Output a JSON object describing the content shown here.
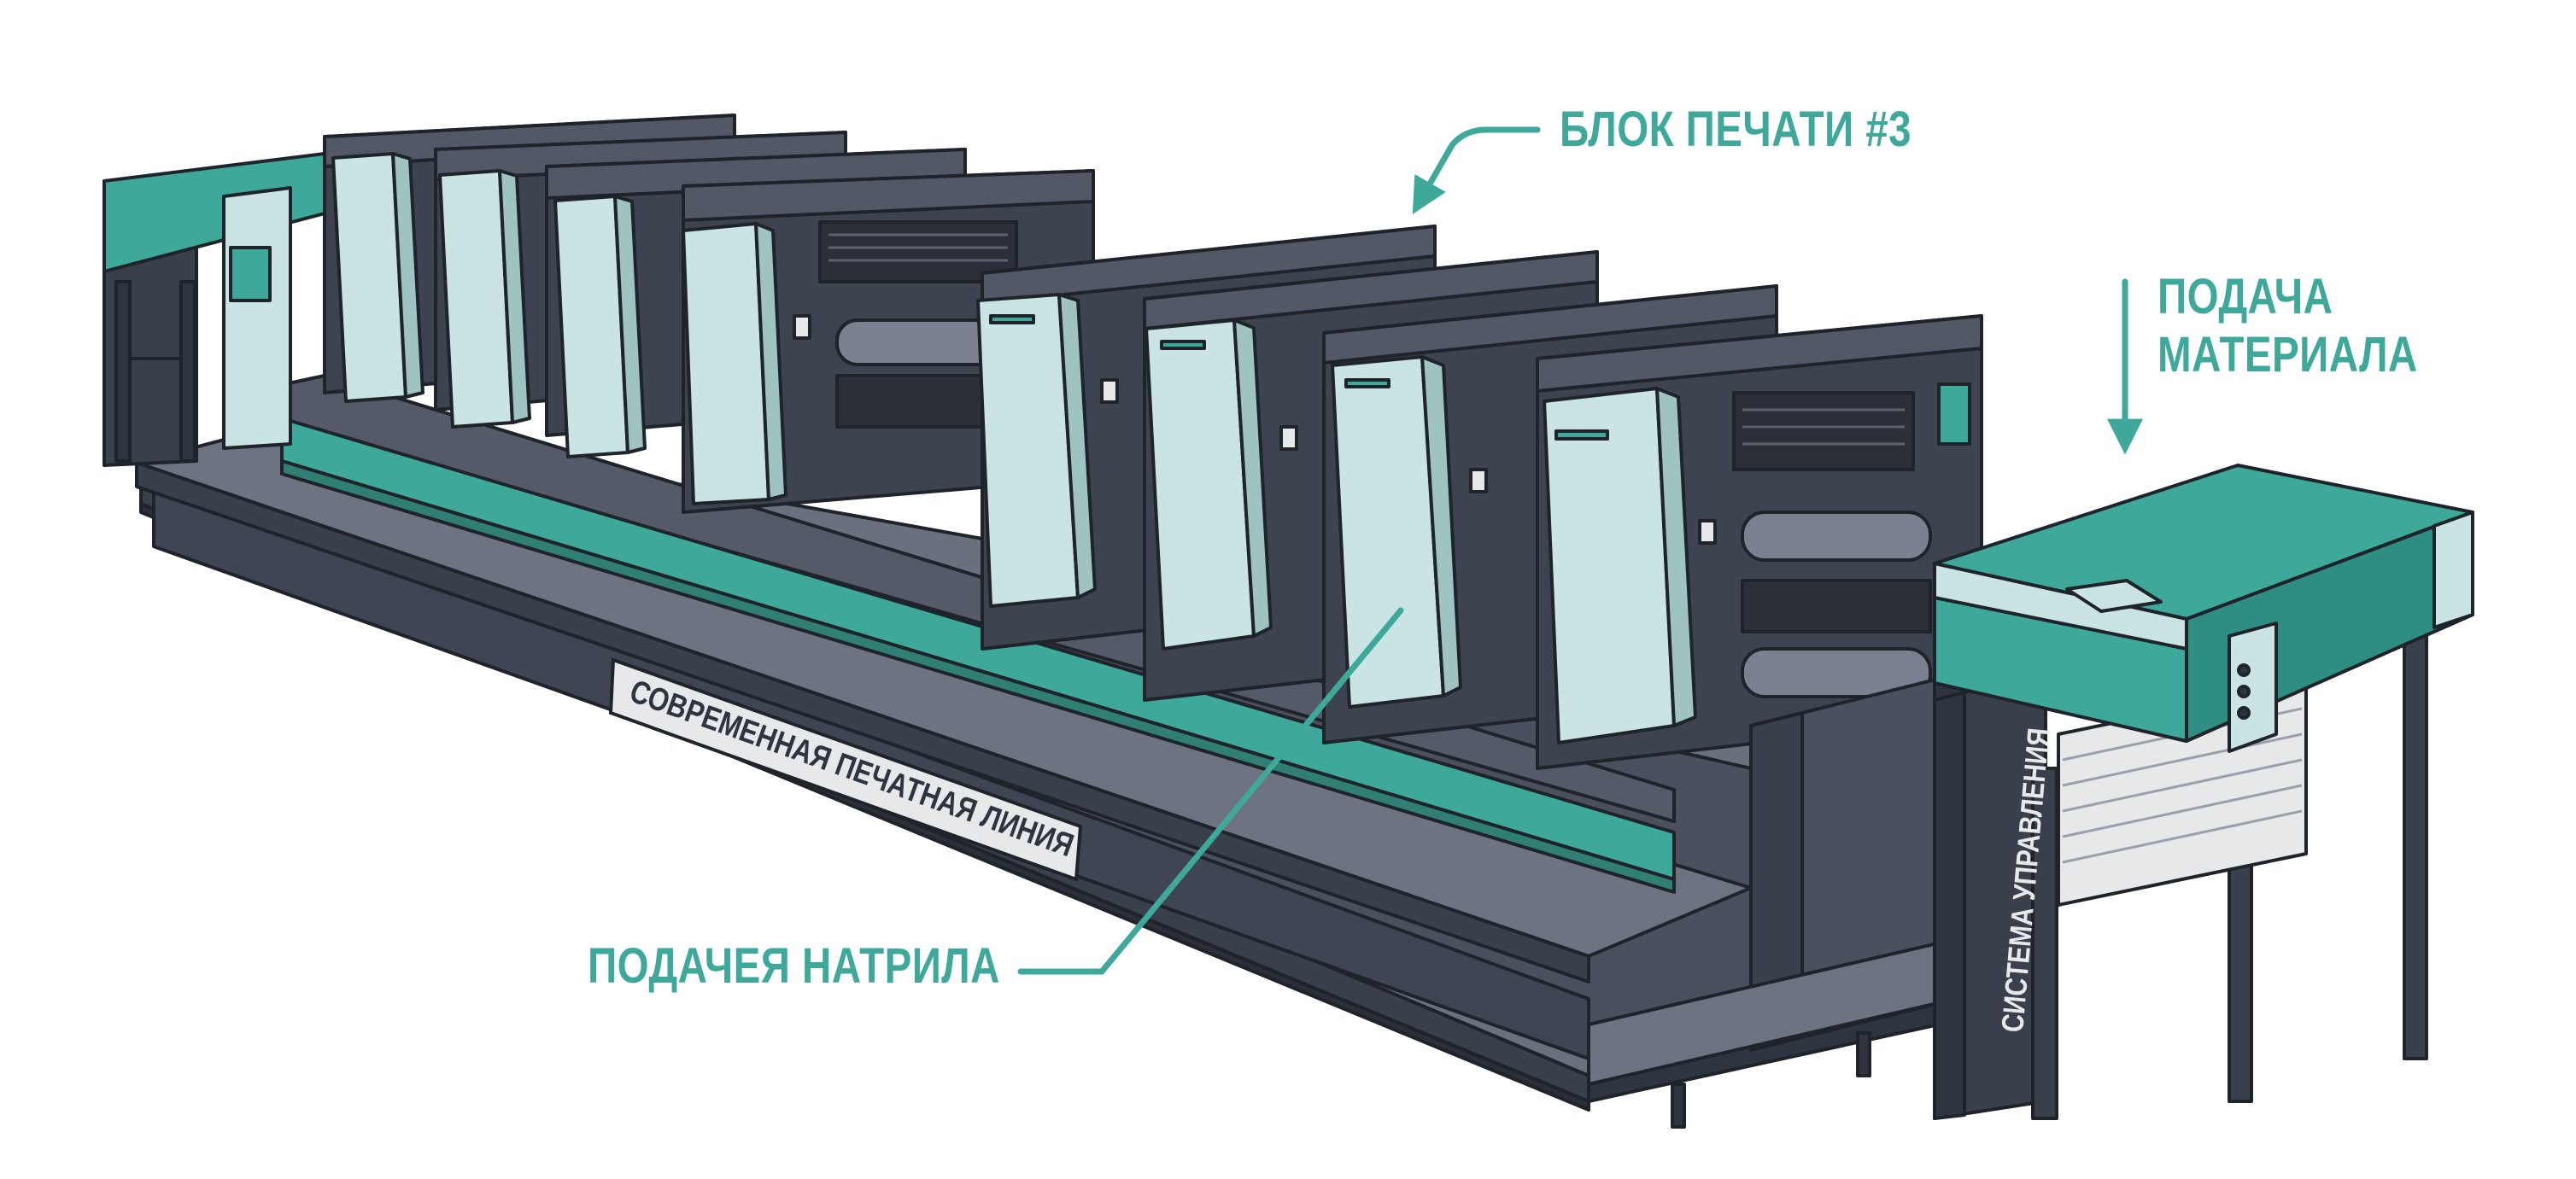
{
  "colors": {
    "accent": "#3ea99b",
    "dark": "#434a57",
    "darker": "#2f3540",
    "light_panel": "#c9e4e2",
    "outline": "#1f232a",
    "floor": "#5b6170",
    "plate": "#e6e8ea"
  },
  "labels": {
    "print_unit": "БЛОК ПЕЧАТИ #3",
    "feed_line1": "ПОДАЧА",
    "feed_line2": "МАТЕРИАЛА",
    "ink_feed": "ПОДАЧЕЯ НАТРИЛА",
    "nameplate": "СОВРЕМЕННАЯ ПЕЧАТНАЯ ЛИНИЯ",
    "control_system": "СИСТЕМА УПРАВЛЕНИЯ"
  },
  "icons": {
    "callout_arrow": "curved-arrow-icon",
    "down_arrow": "arrow-down-icon",
    "leader_line": "leader-line"
  }
}
